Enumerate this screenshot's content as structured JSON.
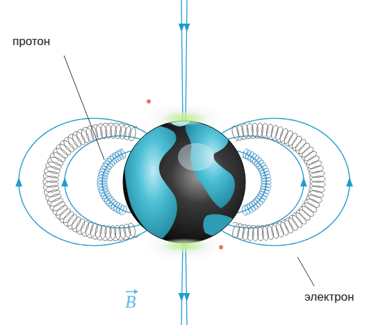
{
  "diagram": {
    "labels": [
      "протон",
      "электрон",
      "B"
    ]
  }
}
